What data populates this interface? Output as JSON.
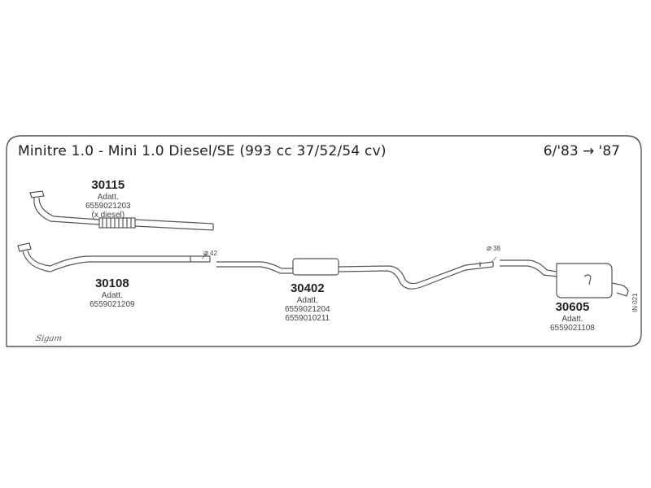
{
  "header": {
    "title": "Minitre 1.0 - Mini 1.0 Diesel/SE (993 cc 37/52/54 cv)",
    "date_range": "6/'83 → '87"
  },
  "parts": [
    {
      "number": "30115",
      "lines": [
        "Adatt.",
        "6559021203",
        "(x diesel)"
      ]
    },
    {
      "number": "30108",
      "lines": [
        "Adatt.",
        "6559021209"
      ]
    },
    {
      "number": "30402",
      "lines": [
        "Adatt.",
        "6559021204",
        "6559010211"
      ]
    },
    {
      "number": "30605",
      "lines": [
        "Adatt.",
        "6559021108"
      ]
    }
  ],
  "diameters": [
    {
      "symbol": "⌀",
      "value": "42"
    },
    {
      "symbol": "⌀",
      "value": "38"
    }
  ],
  "side_code": "IN 021",
  "logo_text": "Sigam",
  "colors": {
    "line": "#555555",
    "text": "#222222",
    "background": "#ffffff"
  }
}
